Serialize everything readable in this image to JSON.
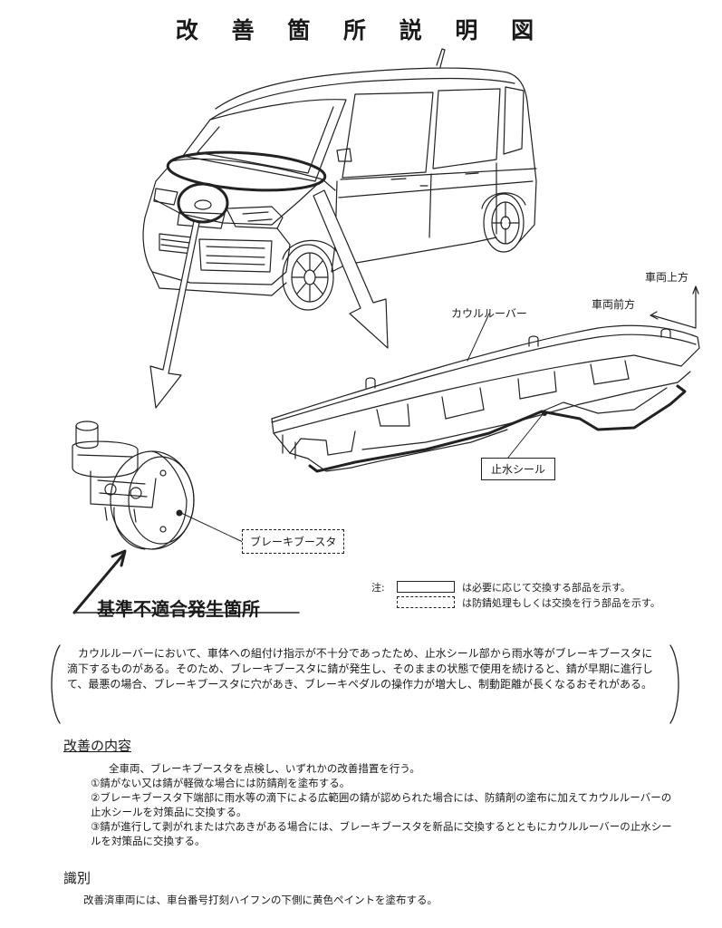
{
  "page_title": "改 善 箇 所 説 明 図",
  "labels": {
    "vehicle_up": "車両上方",
    "vehicle_front": "車両前方",
    "cowl_louver": "カウルルーバー",
    "water_seal": "止水シール",
    "brake_booster": "ブレーキブースタ",
    "nonconformity": "基準不適合発生箇所"
  },
  "legend": {
    "note_label": "注:",
    "solid_text": "は必要に応じて交換する部品を示す。",
    "dashed_text": "は防錆処理もしくは交換を行う部品を示す。"
  },
  "description": "カウルルーバーにおいて、車体への組付け指示が不十分であったため、止水シール部から雨水等がブレーキブースタに滴下するものがある。そのため、ブレーキブースタに錆が発生し、そのままの状態で使用を続けると、錆が早期に進行して、最悪の場合、ブレーキブースタに穴があき、ブレーキペダルの操作力が増大し、制動距離が長くなるおそれがある。",
  "improvement": {
    "heading": "改善の内容",
    "intro": "全車両、ブレーキブースタを点検し、いずれかの改善措置を行う。",
    "items": [
      "①錆がない又は錆が軽微な場合には防錆剤を塗布する。",
      "②ブレーキブースタ下端部に雨水等の滴下による広範囲の錆が認められた場合には、防錆剤の塗布に加えてカウルルーバーの止水シールを対策品に交換する。",
      "③錆が進行して剥がれまたは穴あきがある場合には、ブレーキブースタを新品に交換するとともにカウルルーバーの止水シールを対策品に交換する。"
    ]
  },
  "identification": {
    "heading": "識別",
    "text": "改善済車両には、車台番号打刻ハイフンの下側に黄色ペイントを塗布する。"
  }
}
